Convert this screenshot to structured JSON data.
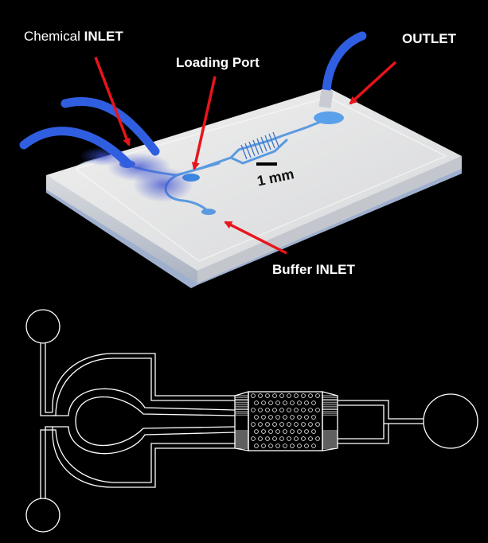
{
  "labels": {
    "chemical_prefix": "Chemical",
    "chemical_inlet": "INLET",
    "loading_port": "Loading Port",
    "outlet": "OUTLET",
    "scale_bar": "1 mm",
    "buffer_inlet": "Buffer INLET"
  },
  "colors": {
    "background": "#000000",
    "arrow": "#e8141b",
    "tubing": "#2f5fe0",
    "chip_top": "#e6e6e6",
    "chip_side": "#c9ccd1",
    "channel": "#5a9ae0",
    "schematic_line": "#ffffff"
  }
}
